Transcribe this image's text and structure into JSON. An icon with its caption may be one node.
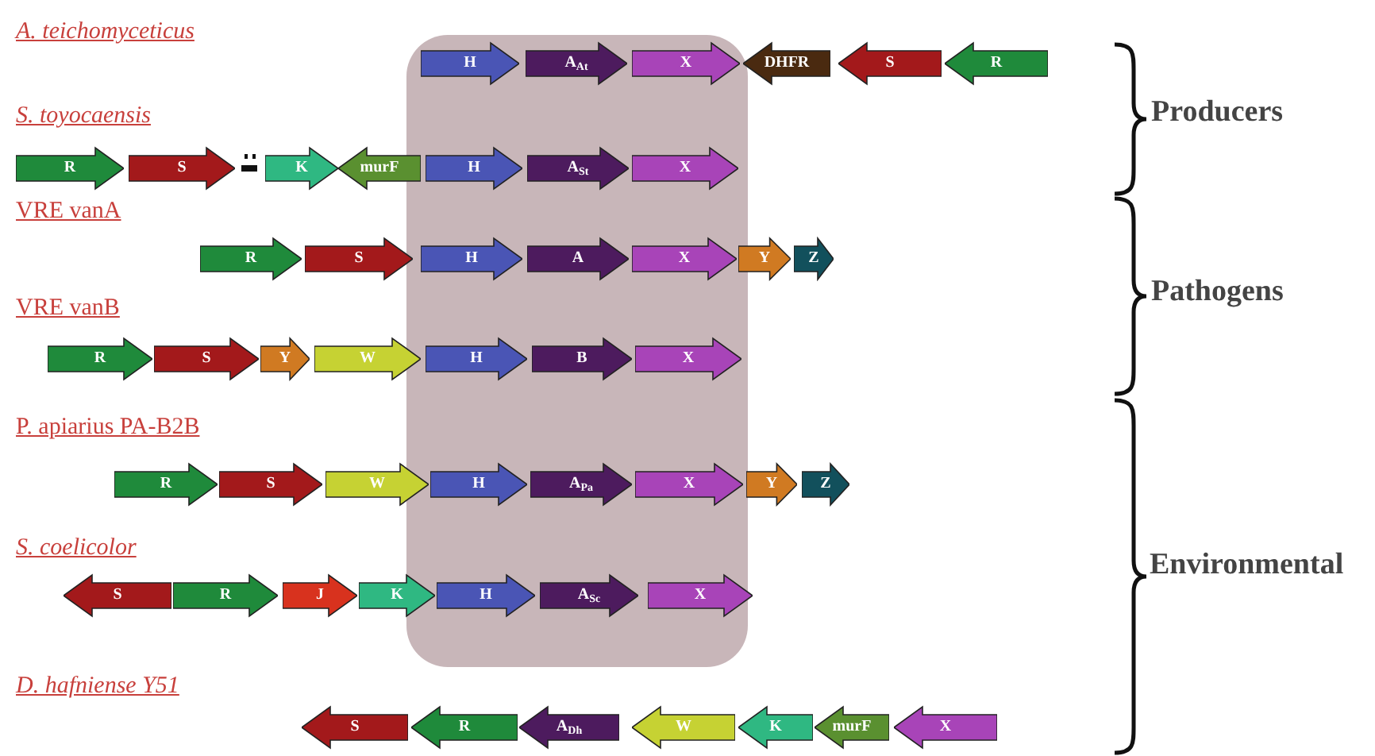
{
  "diagram": {
    "nodes": [
      {
        "text": [
          "H"
        ]
      },
      {
        "text": [
          "A$_{At}$"
        ]
      },
      {
        "text": [
          "X"
        ]
      },
      {
        "text": [
          "DHFR"
        ]
      },
      {
        "text": [
          "S"
        ]
      },
      {
        "text": [
          "R"
        ]
      },
      {
        "text": [
          "R"
        ]
      },
      {
        "text": [
          "S"
        ]
      },
      {
        "text": [
          "K"
        ]
      },
      {
        "text": [
          "murF"
        ]
      },
      {
        "text": [
          "H"
        ]
      },
      {
        "text": [
          "A$_{St}$"
        ]
      },
      {
        "text": [
          "X"
        ]
      },
      {
        "text": [
          "R"
        ]
      },
      {
        "text": [
          "S"
        ]
      },
      {
        "text": [
          "H"
        ]
      },
      {
        "text": [
          "A"
        ]
      },
      {
        "text": [
          "X"
        ]
      },
      {
        "text": [
          "Y"
        ]
      },
      {
        "text": [
          "Z"
        ]
      },
      {
        "text": [
          "R"
        ]
      },
      {
        "text": [
          "S"
        ]
      },
      {
        "text": [
          "Y"
        ]
      },
      {
        "text": [
          "W"
        ]
      },
      {
        "text": [
          "H"
        ]
      },
      {
        "text": [
          "B"
        ]
      },
      {
        "text": [
          "X"
        ]
      },
      {
        "text": [
          "R"
        ]
      },
      {
        "text": [
          "S"
        ]
      },
      {
        "text": [
          "W"
        ]
      },
      {
        "text": [
          "H"
        ]
      },
      {
        "text": [
          "A$_{Pa}$"
        ]
      },
      {
        "text": [
          "X"
        ]
      },
      {
        "text": [
          "Y"
        ]
      },
      {
        "text": [
          "Z"
        ]
      },
      {
        "text": [
          "S"
        ]
      },
      {
        "text": [
          "R"
        ]
      },
      {
        "text": [
          "J"
        ]
      },
      {
        "text": [
          "K"
        ]
      },
      {
        "text": [
          "H"
        ]
      },
      {
        "text": [
          "A$_{Sc}$"
        ]
      },
      {
        "text": [
          "X"
        ]
      },
      {
        "text": [
          "S"
        ]
      },
      {
        "text": [
          "R"
        ]
      },
      {
        "text": [
          "A$_{Dh}$"
        ]
      },
      {
        "text": [
          "W"
        ]
      },
      {
        "text": [
          "K"
        ]
      },
      {
        "text": [
          "murF"
        ]
      },
      {
        "text": [
          "X"
        ]
      }
    ],
    "labels": [
      "A. teichomyceticus",
      "S. toyocaensis",
      "Producers",
      "VRE vanA",
      "Pathogens",
      "VRE vanB",
      "P. apiarius PA-B2B",
      "S. coelicolor",
      "Environmental",
      "D. hafniense Y51"
    ]
  }
}
